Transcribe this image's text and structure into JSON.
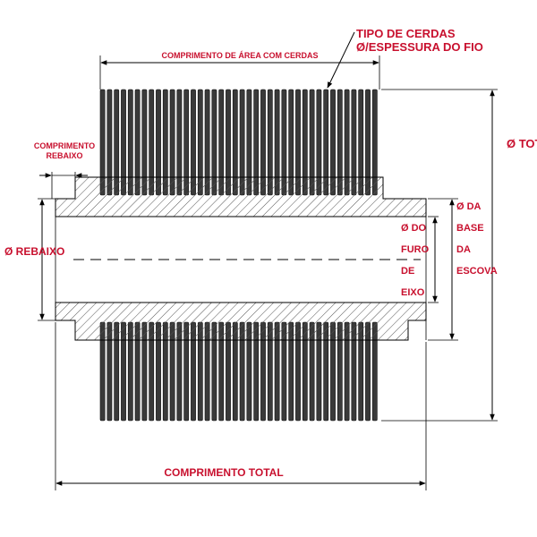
{
  "colors": {
    "label": "#c8102e",
    "bristle": "#3a3a3a",
    "bristle_edge": "#111111",
    "hatch": "#555555",
    "line": "#000000",
    "background": "#ffffff"
  },
  "labels": {
    "tipo_cerdas_1": "TIPO DE CERDAS",
    "tipo_cerdas_2": "Ø/ESPESSURA DO FIO",
    "comprimento_area": "COMPRIMENTO DE ÁREA COM CERDAS",
    "comprimento_rebaixo_1": "COMPRIMENTO",
    "comprimento_rebaixo_2": "REBAIXO",
    "diametro_total": "Ø TOTAL",
    "diametro_rebaixo": "Ø REBAIXO",
    "furo_1": "Ø DO",
    "furo_2": "FURO",
    "furo_3": "DE",
    "furo_4": "EIXO",
    "base_1": "Ø DA",
    "base_2": "BASE",
    "base_3": "DA",
    "base_4": "ESCOVA",
    "comprimento_total": "COMPRIMENTO TOTAL"
  }
}
